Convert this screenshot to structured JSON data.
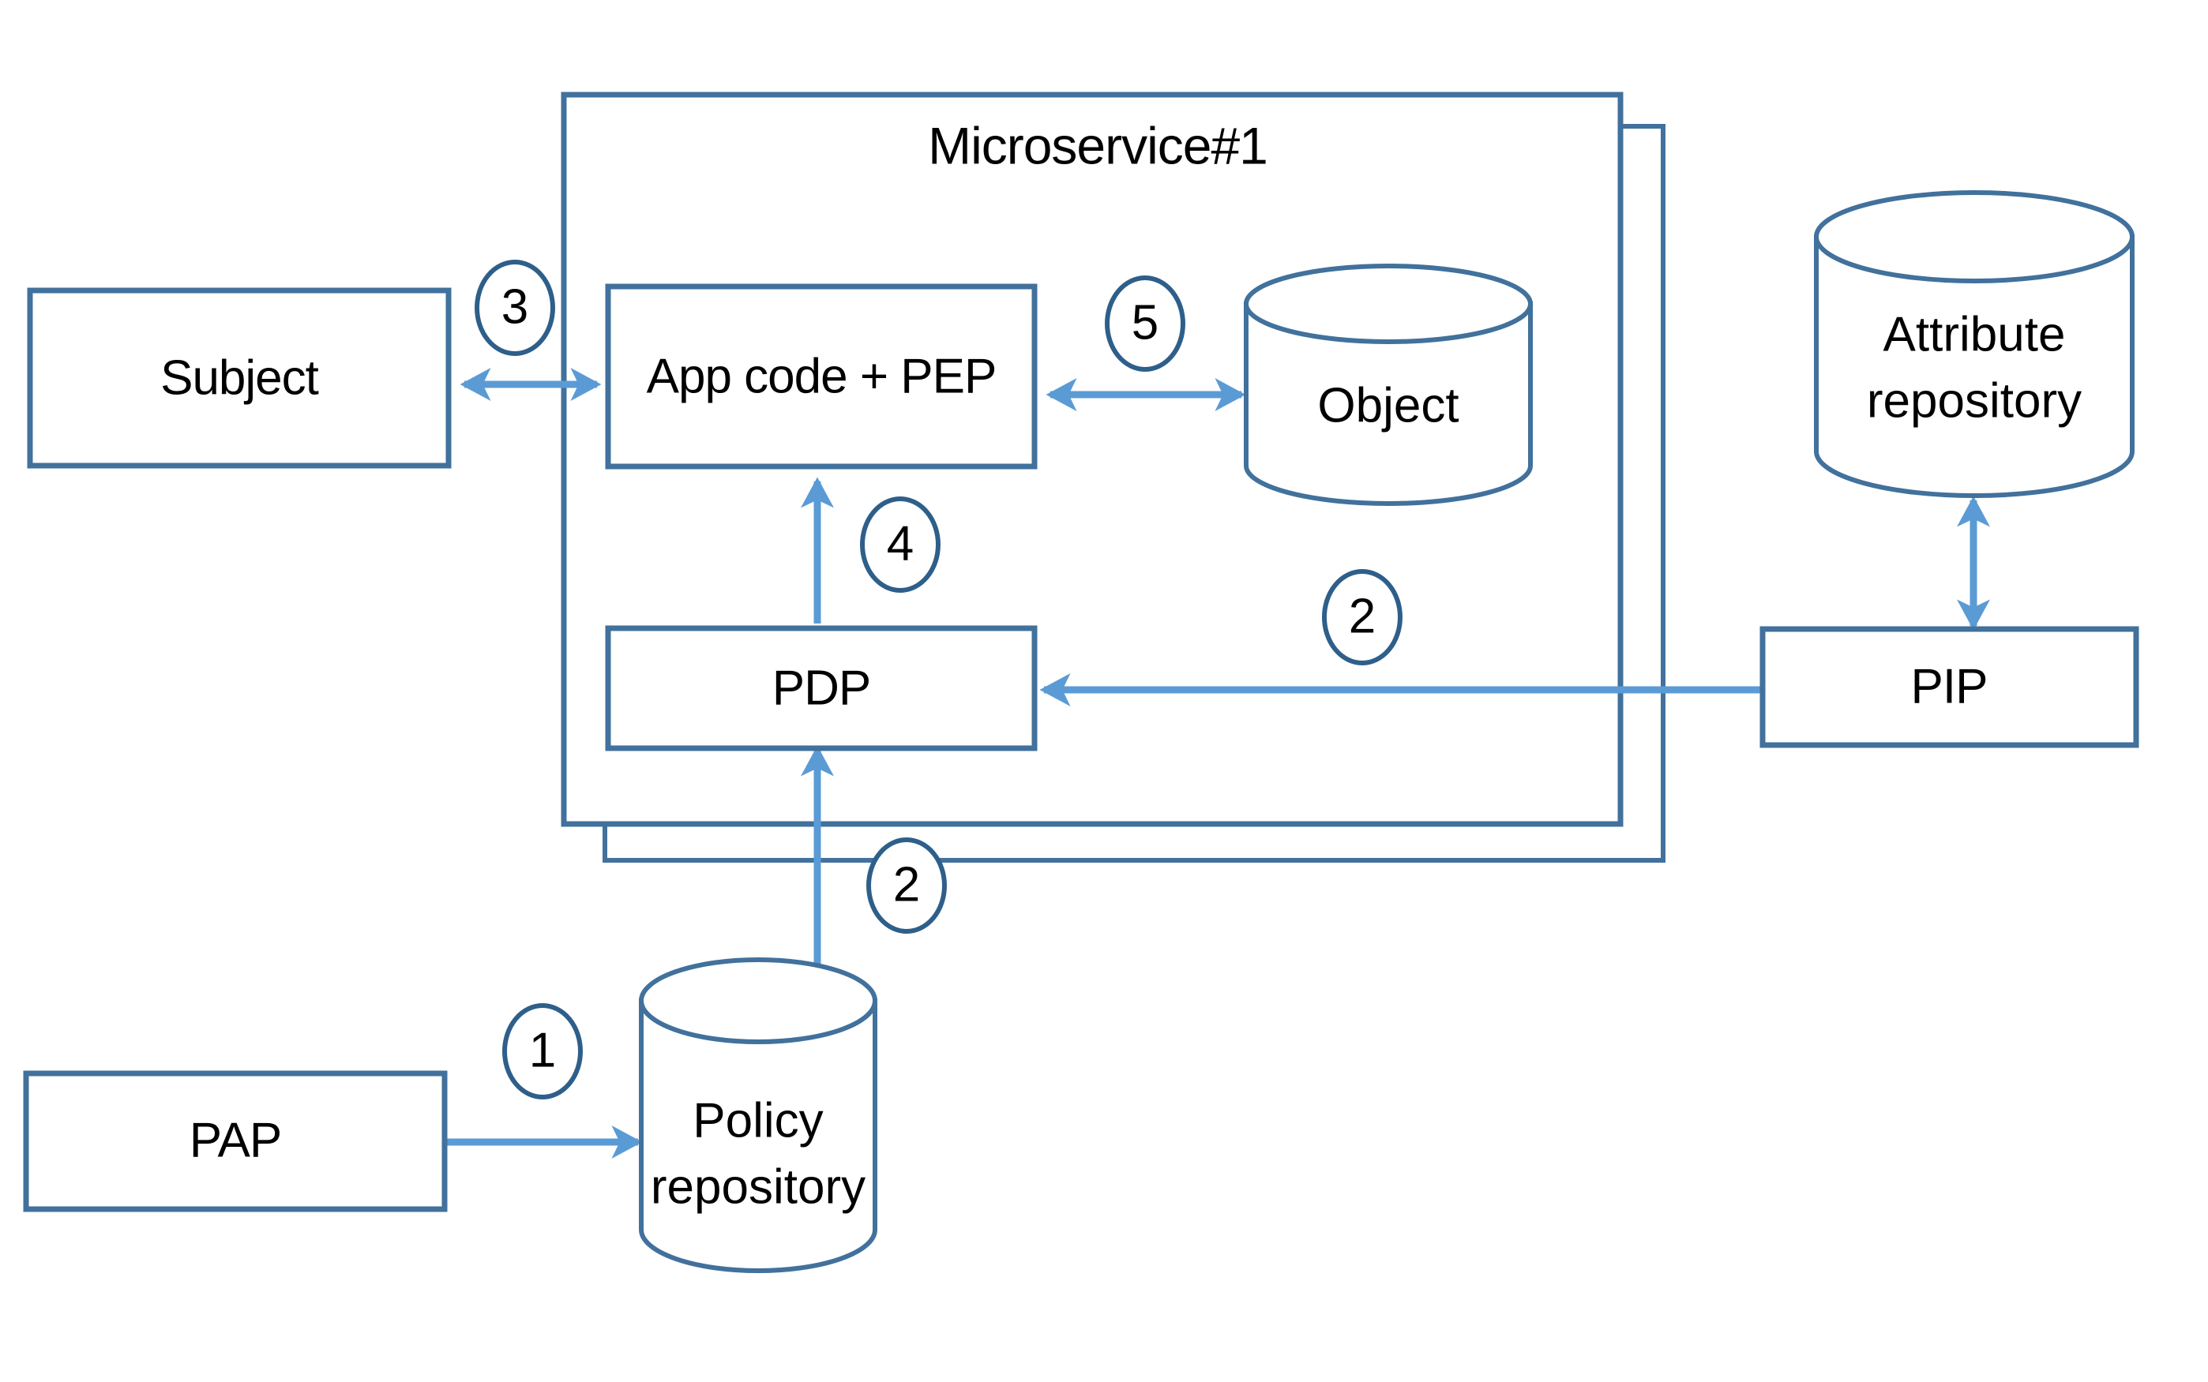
{
  "diagram": {
    "title": "Microservice#1",
    "colors": {
      "shape_stroke": "#41719C",
      "connector": "#5B9BD5",
      "background": "#FFFFFF",
      "text": "#000000"
    },
    "containers": [
      {
        "id": "microservice-back",
        "label": "",
        "shape": "rect"
      },
      {
        "id": "microservice-front",
        "label": "Microservice#1",
        "shape": "rect"
      }
    ],
    "nodes": [
      {
        "id": "subject",
        "label": "Subject",
        "shape": "rect",
        "lines": [
          "Subject"
        ]
      },
      {
        "id": "app-code-pep",
        "label": "App code + PEP",
        "shape": "rect",
        "lines": [
          "App code + PEP"
        ]
      },
      {
        "id": "object",
        "label": "Object",
        "shape": "cylinder",
        "lines": [
          "Object"
        ]
      },
      {
        "id": "attribute-repository",
        "label": "Attribute repository",
        "shape": "cylinder",
        "lines": [
          "Attribute",
          "repository"
        ]
      },
      {
        "id": "pdp",
        "label": "PDP",
        "shape": "rect",
        "lines": [
          "PDP"
        ]
      },
      {
        "id": "pip",
        "label": "PIP",
        "shape": "rect",
        "lines": [
          "PIP"
        ]
      },
      {
        "id": "pap",
        "label": "PAP",
        "shape": "rect",
        "lines": [
          "PAP"
        ]
      },
      {
        "id": "policy-repository",
        "label": "Policy repository",
        "shape": "cylinder",
        "lines": [
          "Policy",
          "repository"
        ]
      }
    ],
    "step_markers": [
      {
        "id": "step-1",
        "label": "1",
        "describes": "PAP writes policy to Policy repository"
      },
      {
        "id": "step-2-policy",
        "label": "2",
        "describes": "Policy repository feeds PDP"
      },
      {
        "id": "step-2-attribute",
        "label": "2",
        "describes": "PIP feeds PDP with attributes"
      },
      {
        "id": "step-3",
        "label": "3",
        "describes": "Subject interacts with App code + PEP"
      },
      {
        "id": "step-4",
        "label": "4",
        "describes": "PDP returns decision to App code + PEP"
      },
      {
        "id": "step-5",
        "label": "5",
        "describes": "App code + PEP accesses Object"
      }
    ],
    "connectors": [
      {
        "id": "conn-subject-app",
        "from": "subject",
        "to": "app-code-pep",
        "arrow": "both",
        "marker": "3"
      },
      {
        "id": "conn-app-object",
        "from": "app-code-pep",
        "to": "object",
        "arrow": "both",
        "marker": "5"
      },
      {
        "id": "conn-pdp-app",
        "from": "pdp",
        "to": "app-code-pep",
        "arrow": "forward",
        "marker": "4"
      },
      {
        "id": "conn-pip-pdp",
        "from": "pip",
        "to": "pdp",
        "arrow": "forward",
        "marker": "2"
      },
      {
        "id": "conn-policy-pdp",
        "from": "policy-repository",
        "to": "pdp",
        "arrow": "forward",
        "marker": "2"
      },
      {
        "id": "conn-pap-policy",
        "from": "pap",
        "to": "policy-repository",
        "arrow": "forward",
        "marker": "1"
      },
      {
        "id": "conn-attrrepo-pip",
        "from": "attribute-repository",
        "to": "pip",
        "arrow": "both",
        "marker": ""
      }
    ]
  }
}
